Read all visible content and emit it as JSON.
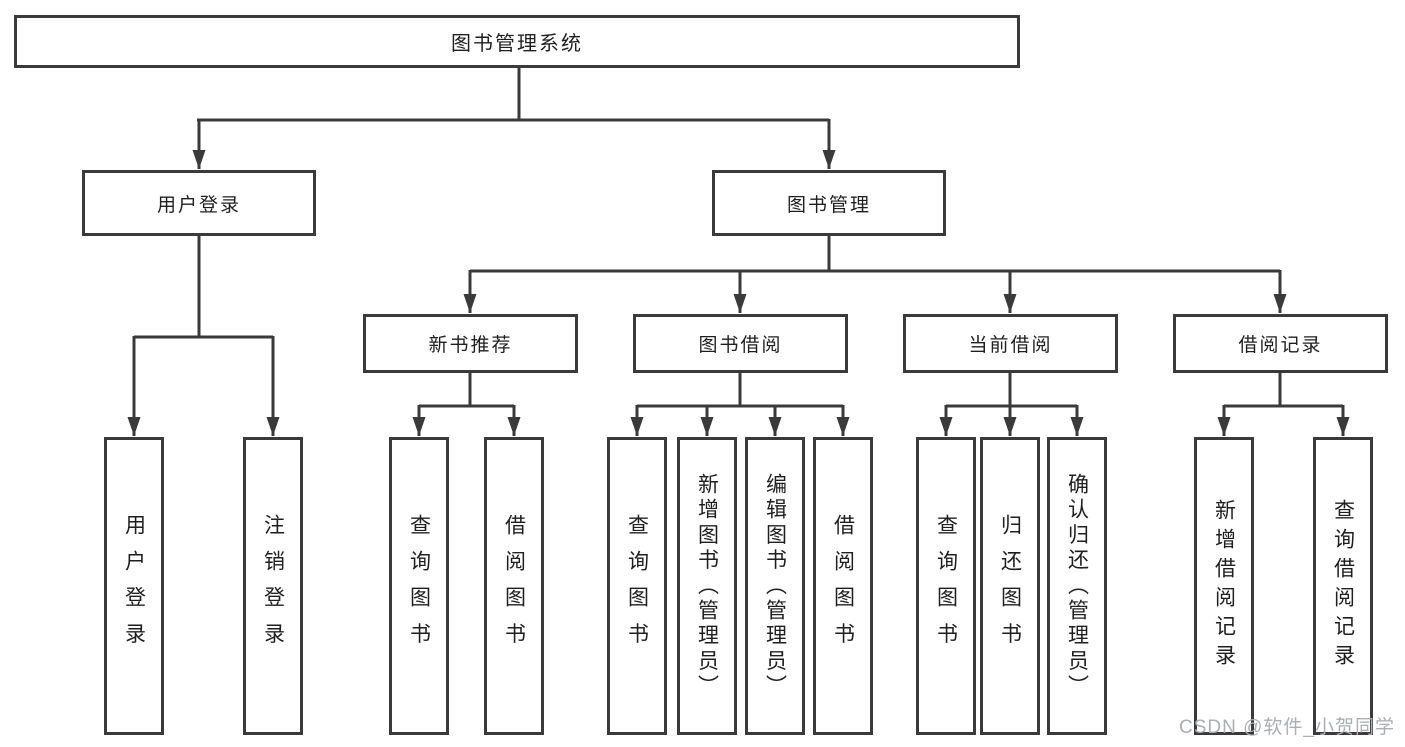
{
  "colors": {
    "line": "#3a3a3a",
    "border": "#3a3a3a",
    "text": "#1f1f1f",
    "watermark": "#abaeb2",
    "background": "#ffffff"
  },
  "watermark": "CSDN @软件_小贺同学",
  "tree": {
    "root": "图书管理系统",
    "branches": [
      {
        "label": "用户登录",
        "children": [
          "用户登录",
          "注销登录"
        ]
      },
      {
        "label": "图书管理",
        "groups": [
          {
            "label": "新书推荐",
            "children": [
              "查询图书",
              "借阅图书"
            ]
          },
          {
            "label": "图书借阅",
            "children": [
              "查询图书",
              "新增图书（管理员）",
              "编辑图书（管理员）",
              "借阅图书"
            ]
          },
          {
            "label": "当前借阅",
            "children": [
              "查询图书",
              "归还图书",
              "确认归还（管理员）"
            ]
          },
          {
            "label": "借阅记录",
            "children": [
              "新增借阅记录",
              "查询借阅记录"
            ]
          }
        ]
      }
    ]
  }
}
